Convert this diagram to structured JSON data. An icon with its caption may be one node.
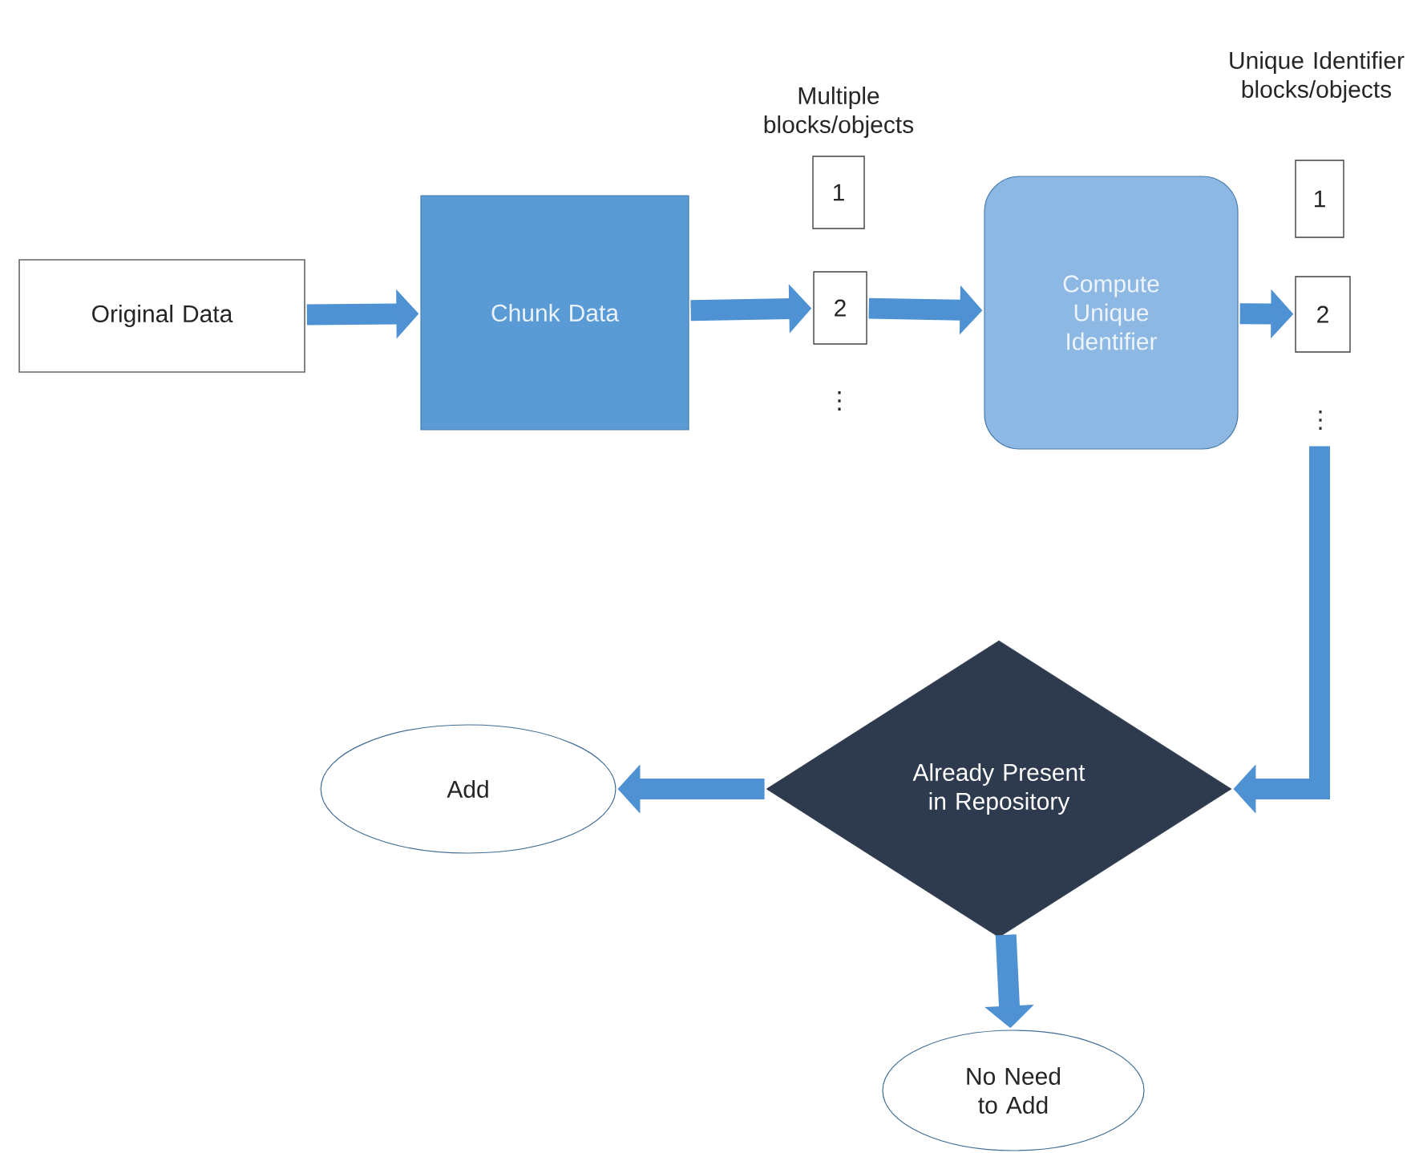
{
  "diagram": {
    "nodes": [
      {
        "text": [
          "Original Data"
        ]
      },
      {
        "text": [
          "Chunk Data"
        ]
      },
      {
        "text": [
          "1"
        ]
      },
      {
        "text": [
          "2"
        ]
      },
      {
        "text": [
          "Compute Unique Identifier"
        ]
      },
      {
        "text": [
          "1"
        ]
      },
      {
        "text": [
          "2"
        ]
      },
      {
        "text": [
          "⋮"
        ]
      },
      {
        "text": [
          "Already Present in Repository"
        ]
      },
      {
        "text": [
          "Add"
        ]
      },
      {
        "text": [
          "No Need to Add"
        ]
      }
    ],
    "edges": [
      {
        "from": 0,
        "to": 1,
        "arrow": "to"
      },
      {
        "from": 1,
        "to": 3,
        "arrow": "to"
      },
      {
        "from": 3,
        "to": 4,
        "arrow": "to"
      },
      {
        "from": 4,
        "to": 6,
        "arrow": "to"
      },
      {
        "from": 7,
        "to": 8,
        "arrow": "to"
      },
      {
        "from": 8,
        "to": 9,
        "arrow": "to"
      },
      {
        "from": 8,
        "to": 10,
        "arrow": "to"
      }
    ],
    "labels": [
      "Multiple blocks/objects",
      "⋮",
      "Unique Identifier blocks/objects"
    ]
  }
}
